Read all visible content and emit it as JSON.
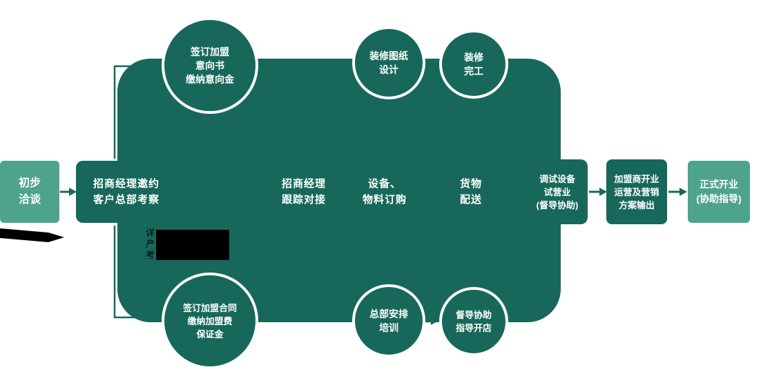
{
  "colors": {
    "dark_teal": "#17685a",
    "light_teal": "#4ea38c"
  },
  "diagram": {
    "start": {
      "line1": "初步",
      "line2": "洽谈"
    },
    "manager_invite": {
      "line1": "招商经理邀约",
      "line2": "客户总部考察"
    },
    "tracking": {
      "line1": "招商经理",
      "line2": "跟踪对接"
    },
    "ordering": {
      "line1": "设备、",
      "line2": "物料订购"
    },
    "delivery": {
      "line1": "货物",
      "line2": "配送"
    },
    "trial": {
      "line1": "调试设备",
      "line2": "试营业",
      "line3": "(督导协助)"
    },
    "opening_support": {
      "line1": "加盟商开业",
      "line2": "运营及营销",
      "line3": "方案输出"
    },
    "grand_opening": {
      "line1": "正式开业",
      "line2": "(协助指导)"
    },
    "circle_intent": {
      "line1": "签订加盟",
      "line2": "意向书",
      "line3": "缴纳意向金"
    },
    "circle_design": {
      "line1": "装修图纸",
      "line2": "设计"
    },
    "circle_done": {
      "line1": "装修",
      "line2": "完工"
    },
    "circle_contract": {
      "line1": "签订加盟合同",
      "line2": "缴纳加盟费",
      "line3": "保证金"
    },
    "circle_training": {
      "line1": "总部安排",
      "line2": "培训"
    },
    "circle_guide": {
      "line1": "督导协助",
      "line2": "指导开店"
    },
    "artifact": {
      "line1": "详",
      "line2": "产",
      "line3": "考"
    }
  }
}
